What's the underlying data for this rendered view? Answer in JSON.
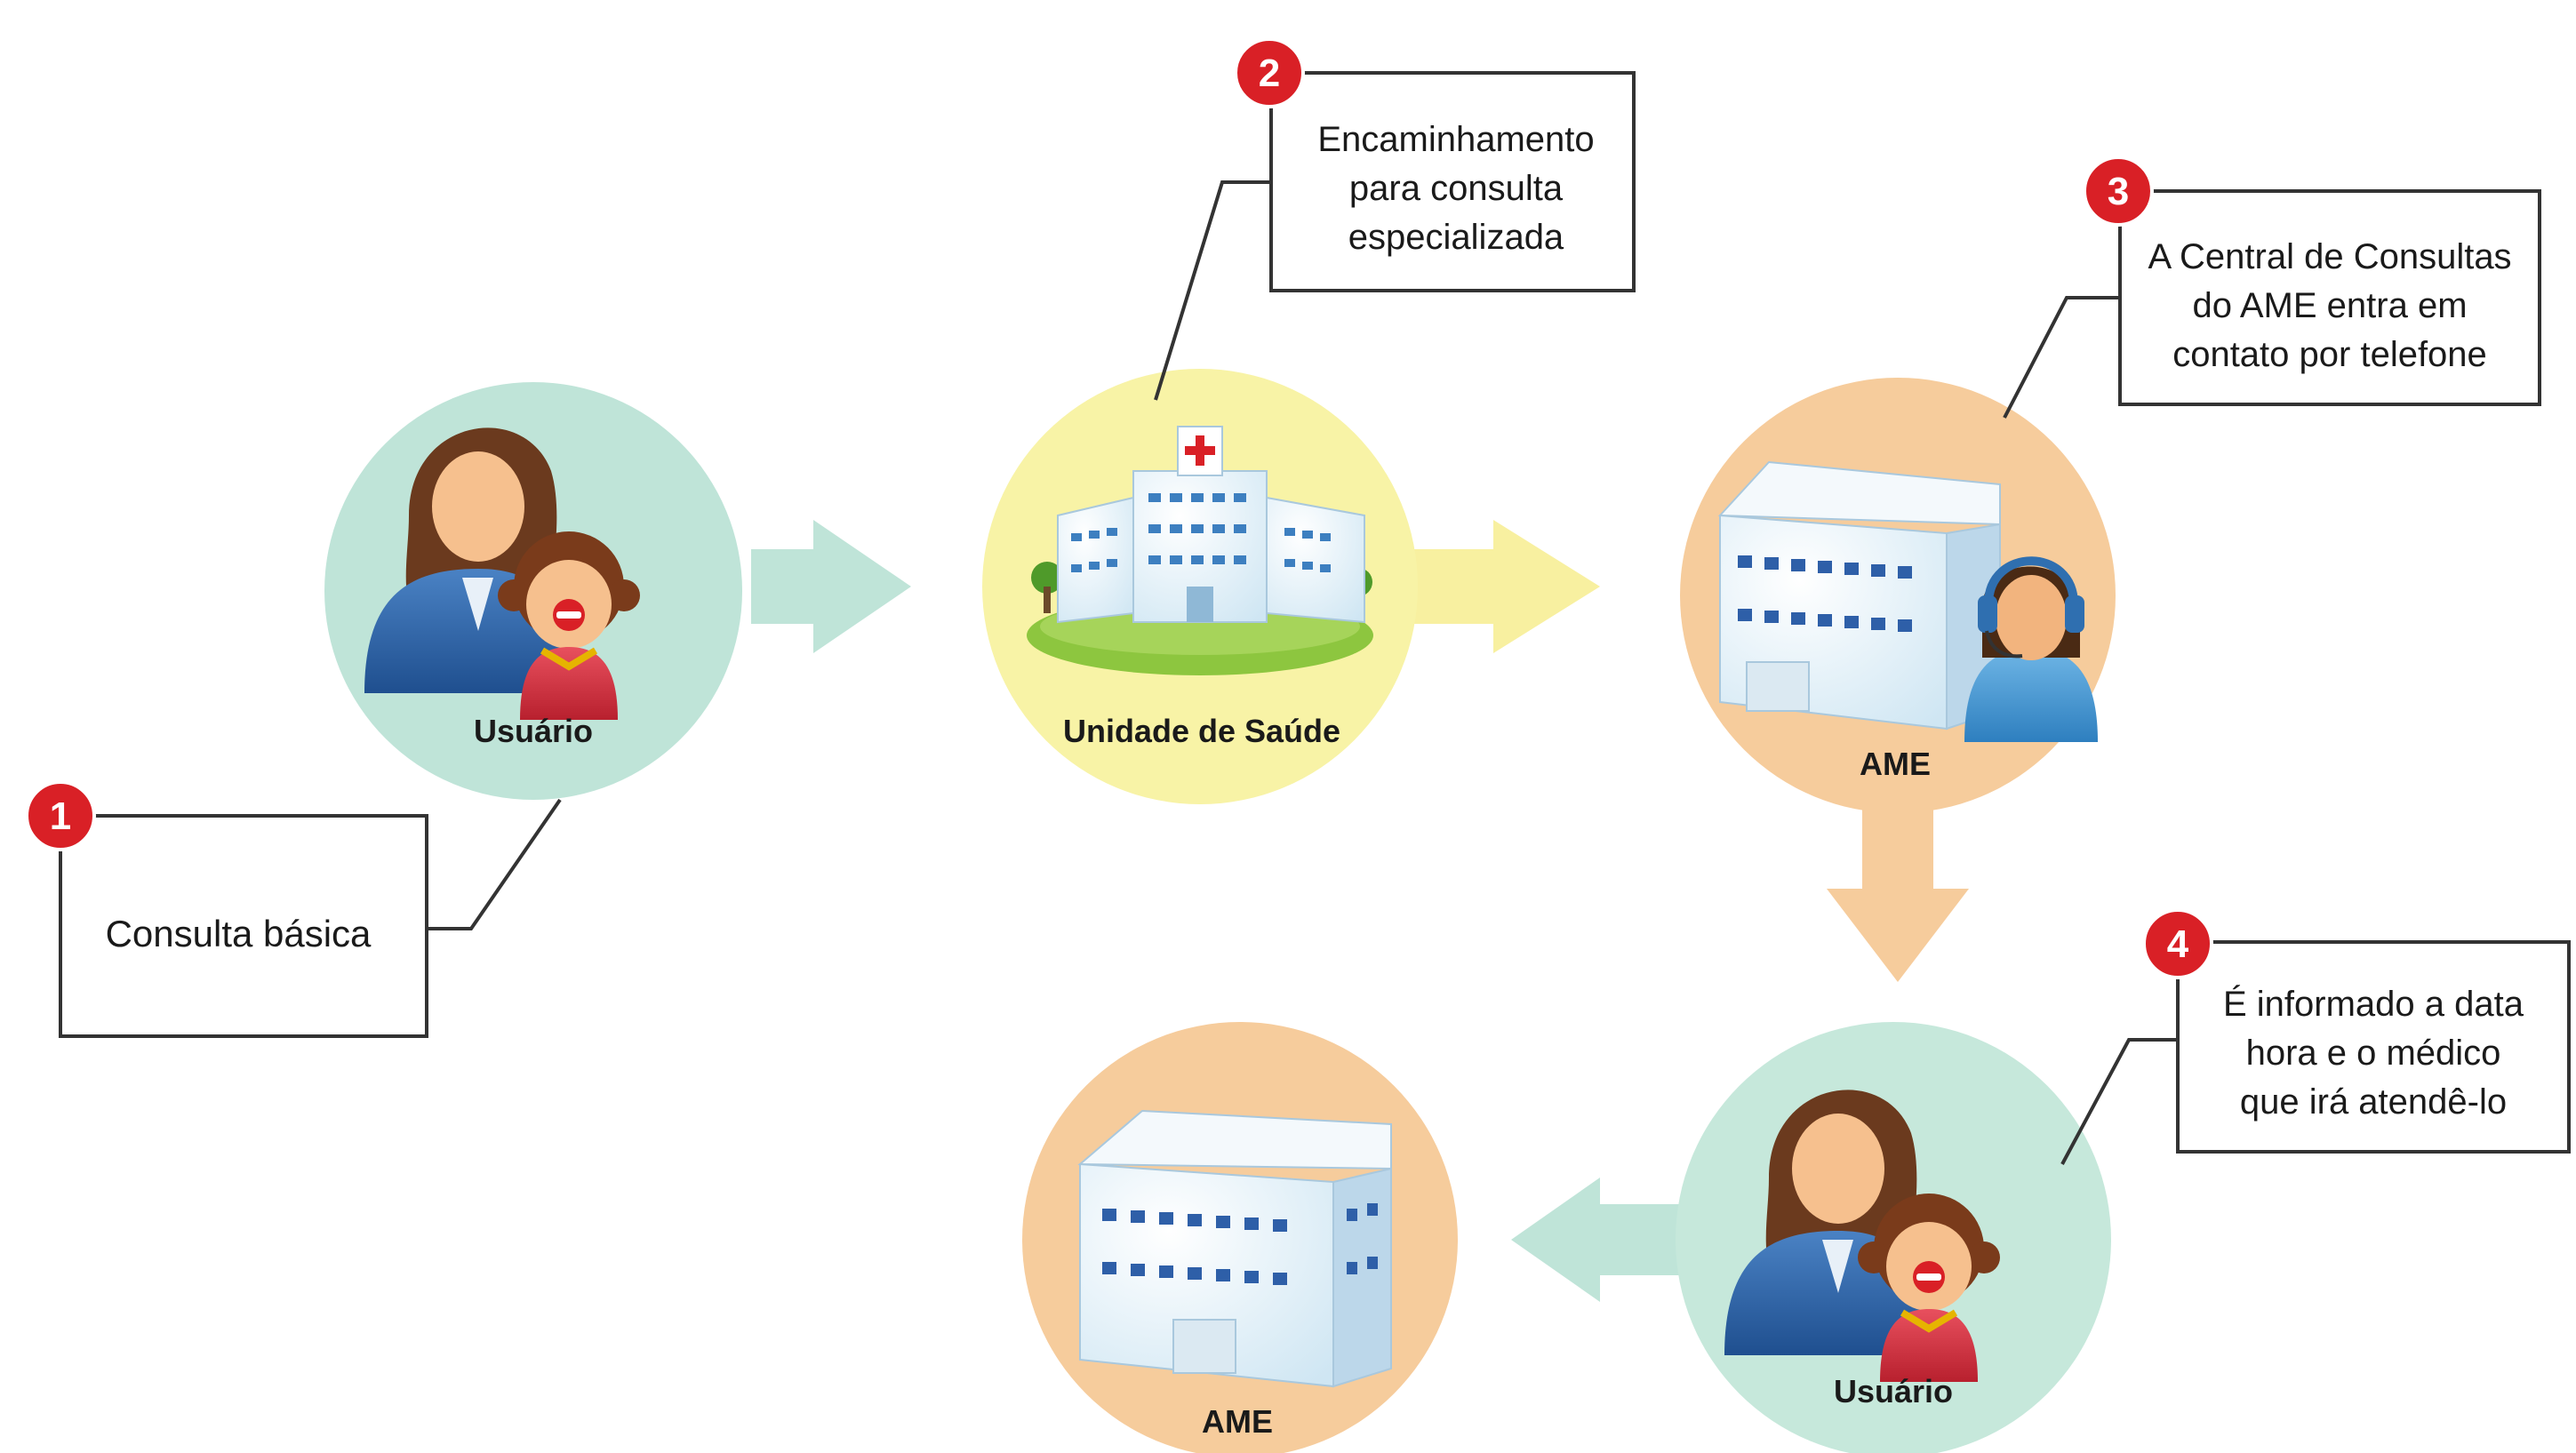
{
  "nodes": {
    "user_1": {
      "label": "Usuário",
      "color": "#bfe4d8"
    },
    "health_unit": {
      "label": "Unidade de Saúde",
      "color": "#f8f3a6"
    },
    "ame_1": {
      "label": "AME",
      "color": "#f6cc9c"
    },
    "user_2": {
      "label": "Usuário",
      "color": "#c6e8db"
    },
    "ame_2": {
      "label": "AME",
      "color": "#f6cc9c"
    }
  },
  "arrows": {
    "teal": "#bfe4d8",
    "yellow": "#f8f0a0",
    "orange": "#f6cc9c"
  },
  "callouts": {
    "c1": {
      "number": "1",
      "lines": [
        "Consulta básica"
      ]
    },
    "c2": {
      "number": "2",
      "lines": [
        "Encaminhamento",
        "para consulta",
        "especializada"
      ]
    },
    "c3": {
      "number": "3",
      "lines": [
        "A Central de Consultas",
        "do AME  entra em",
        "contato por telefone"
      ]
    },
    "c4": {
      "number": "4",
      "lines": [
        "É informado a data",
        "hora e o médico",
        "que irá atendê-lo"
      ]
    }
  },
  "badge_color": "#d92026"
}
